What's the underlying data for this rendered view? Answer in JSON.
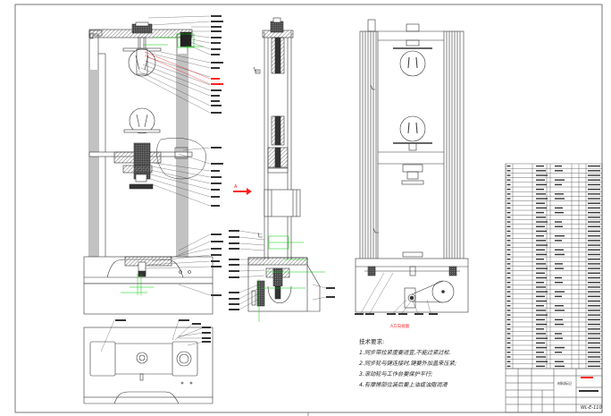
{
  "drawing": {
    "type": "mechanical assembly drawing",
    "subject": "electronic universal testing machine",
    "colors": {
      "line": "#333333",
      "dimension": "#00cc00",
      "highlight": "#ff2020",
      "hatch": "#888888"
    },
    "views": [
      {
        "name": "front-section-view"
      },
      {
        "name": "side-section-view"
      },
      {
        "name": "rear-view"
      },
      {
        "name": "base-top-view"
      }
    ],
    "view_label": "A方向视图",
    "arrow_label": "A",
    "technical_requirements": {
      "title": "技术要求:",
      "items": [
        "1.同步带拉紧度要适宜,不能过紧过松.",
        "2.同步轮与键连接时,键要外加盖来压紧;",
        "3.滚动轮与工作台要保护平行;",
        "4.有摩擦部位装后要上油或油脂润滑"
      ]
    },
    "title_block": {
      "material_label": "材料标记",
      "drawing_number": "WL-E-110"
    },
    "parts_list": {
      "row_count": 44
    }
  }
}
